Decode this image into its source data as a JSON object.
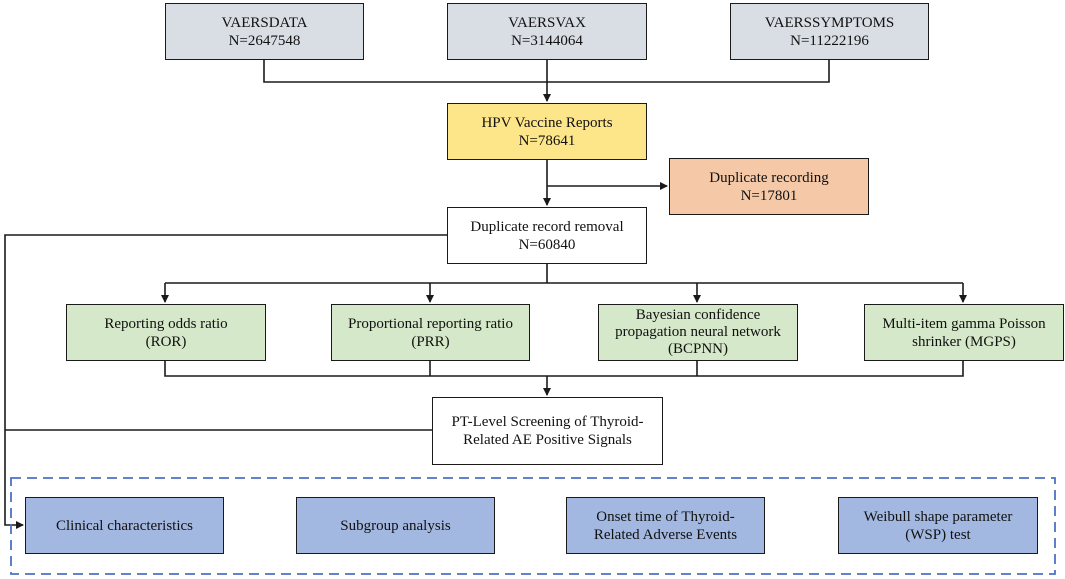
{
  "sources": [
    {
      "name": "VAERSDATA",
      "count": "N=2647548"
    },
    {
      "name": "VAERSVAX",
      "count": "N=3144064"
    },
    {
      "name": "VAERSSYMPTOMS",
      "count": "N=11222196"
    }
  ],
  "hpv_reports": {
    "label": "HPV Vaccine Reports",
    "count": "N=78641"
  },
  "duplicate_recording": {
    "label": "Duplicate recording",
    "count": "N=17801"
  },
  "duplicate_removal": {
    "label": "Duplicate record removal",
    "count": "N=60840"
  },
  "methods": [
    {
      "line1": "Reporting odds ratio",
      "line2": "(ROR)"
    },
    {
      "line1": "Proportional reporting ratio",
      "line2": "(PRR)"
    },
    {
      "line1": "Bayesian confidence",
      "line2": "propagation neural network",
      "line3": "(BCPNN)"
    },
    {
      "line1": "Multi-item gamma Poisson",
      "line2": "shrinker (MGPS)"
    }
  ],
  "screening": {
    "line1": "PT-Level Screening of Thyroid-",
    "line2": "Related AE Positive Signals"
  },
  "analyses": [
    {
      "line1": "Clinical characteristics"
    },
    {
      "line1": "Subgroup analysis"
    },
    {
      "line1": "Onset time of Thyroid-",
      "line2": "Related Adverse Events"
    },
    {
      "line1": "Weibull shape parameter",
      "line2": "(WSP) test"
    }
  ],
  "colors": {
    "source_fill": "#d9dde4",
    "hpv_fill": "#fde58a",
    "duplicate_fill": "#f5c9a8",
    "method_fill": "#d5e8c9",
    "analysis_fill": "#a3b8e0",
    "dashed_border": "#4a72c4",
    "line": "#1a1a1a"
  }
}
